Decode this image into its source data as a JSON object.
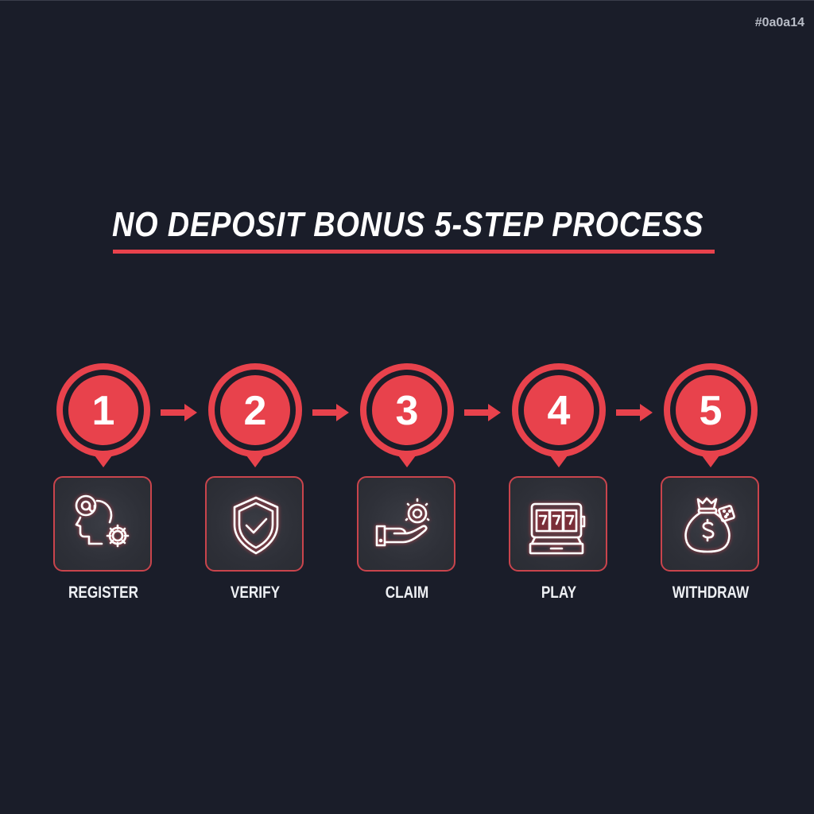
{
  "hex_tag": "#0a0a14",
  "title": "NO DEPOSIT BONUS 5-STEP PROCESS",
  "colors": {
    "background": "#1a1d29",
    "accent_red": "#e8424c",
    "box_border": "#c9444c",
    "box_fill": "#2e3038",
    "text": "#ffffff"
  },
  "steps": [
    {
      "number": "1",
      "label": "REGISTER",
      "icon": "user-email-gear-icon"
    },
    {
      "number": "2",
      "label": "VERIFY",
      "icon": "shield-check-icon"
    },
    {
      "number": "3",
      "label": "CLAIM",
      "icon": "hand-chip-icon"
    },
    {
      "number": "4",
      "label": "PLAY",
      "icon": "slot-machine-icon"
    },
    {
      "number": "5",
      "label": "WITHDRAW",
      "icon": "money-bag-dice-icon"
    }
  ],
  "arrows": [
    "arrow-right-icon",
    "arrow-right-icon",
    "arrow-right-icon",
    "arrow-right-icon"
  ]
}
